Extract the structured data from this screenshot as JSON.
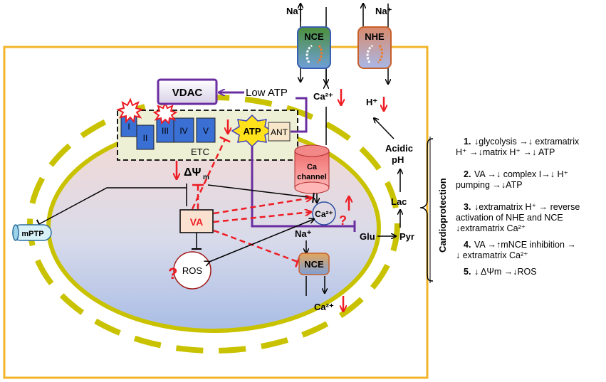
{
  "membrane": {
    "nce_label": "NCE",
    "nhe_label": "NHE",
    "na_top_nce": "Na⁺",
    "na_top_nhe": "Na⁺",
    "ca_cyto": "Ca²⁺",
    "h_cyto": "H⁺"
  },
  "cytosol": {
    "vdac": "VDAC",
    "low_atp": "Low ATP",
    "acidic_ph_line1": "Acidic",
    "acidic_ph_line2": "pH",
    "lac": "Lac",
    "glu": "Glu",
    "pyr": "Pyr"
  },
  "mito": {
    "complexes": [
      "I",
      "II",
      "III",
      "IV",
      "V"
    ],
    "etc": "ETC",
    "atp": "ATP",
    "ant": "ANT",
    "delta_psi": "ΔΨ",
    "delta_psi_sub": "m",
    "ca_channel_line1": "Ca",
    "ca_channel_line2": "channel",
    "va": "VA",
    "mptp": "mPTP",
    "ros": "ROS",
    "ca_matrix": "Ca²⁺",
    "na_mito": "Na⁺",
    "mnce": "NCE",
    "ca_bottom": "Ca²⁺",
    "question": "?"
  },
  "cardioprotection": {
    "heading": "Cardioprotection",
    "items": [
      {
        "num": "1.",
        "lines": [
          "↓glycolysis →↓ extramatrix",
          "H⁺ →↓matrix H⁺ →↓ ATP"
        ]
      },
      {
        "num": "2.",
        "lines": [
          "VA →↓ complex I→↓ H⁺",
          "pumping →↓ATP"
        ]
      },
      {
        "num": "3.",
        "lines": [
          "↓extramatrix H⁺ → reverse",
          "activation of NHE and NCE",
          "↓extramatrix Ca²⁺"
        ]
      },
      {
        "num": "4.",
        "lines": [
          "VA →↑mNCE inhibition →",
          "↓ extramatrix Ca²⁺"
        ]
      },
      {
        "num": "5.",
        "lines": [
          "↓ ΔΨm →↓ROS"
        ]
      }
    ]
  },
  "colors": {
    "cell_border": "#f2b52a",
    "mito_membrane": "#c9c200",
    "purple": "#6a2ea0",
    "red": "#ee1c24",
    "complex_blue": "#3a6fd4",
    "nce_green": "#3c8a3c",
    "nhe_orange": "#d9773d"
  }
}
